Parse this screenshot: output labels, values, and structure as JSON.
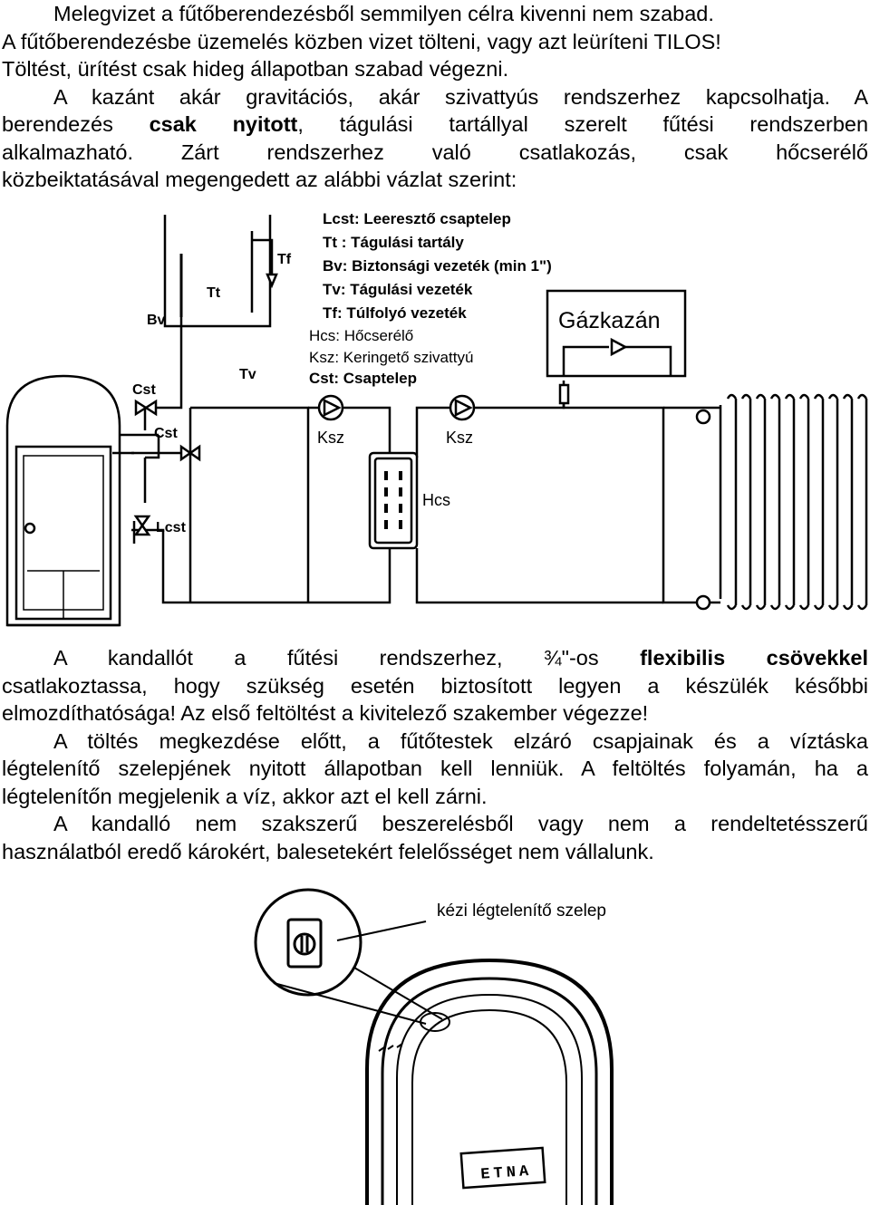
{
  "top_text": {
    "l1": "Melegvizet a fűtőberendezésből semmilyen célra kivenni nem szabad.",
    "l2": "A fűtőberendezésbe üzemelés közben vizet tölteni, vagy azt leüríteni TILOS!",
    "l3": "Töltést, ürítést csak hideg állapotban szabad végezni.",
    "l4": "A kazánt akár gravitációs, akár szivattyús rendszerhez kapcsolhatja. A",
    "l5a": "berendezés",
    "l5b": "csak",
    "l5c": "nyitott",
    "l5d": ", tágulási tartállyal szerelt fűtési rendszerben",
    "l6": "alkalmazható. Zárt rendszerhez való csatlakozás, csak hőcserélő",
    "l7": "közbeiktatásával megengedett az alábbi vázlat szerint:"
  },
  "diagram": {
    "legend": [
      "Lcst: Leeresztő csaptelep",
      "Tt : Tágulási tartály",
      "Bv: Biztonsági vezeték (min 1\")",
      "Tv: Tágulási vezeték",
      "Tf: Túlfolyó vezeték",
      "Hcs: Hőcserélő",
      "Ksz: Keringető szivattyú",
      "Cst: Csaptelep"
    ],
    "boiler": "Gázkazán",
    "labels": {
      "tf": "Tf",
      "tt": "Tt",
      "bv": "Bv",
      "tv": "Tv",
      "cst1": "Cst",
      "cst2": "Cst",
      "lcst": "Lcst",
      "ksz1": "Ksz",
      "ksz2": "Ksz",
      "hcs": "Hcs"
    }
  },
  "middle_text": {
    "l1a": "A kandallót a fűtési rendszerhez,",
    "l1b": "¾\"-os",
    "l1c": "flexibilis csövekkel",
    "l2": "csatlakoztassa, hogy szükség esetén biztosított legyen a készülék későbbi",
    "l3": "elmozdíthatósága! Az első feltöltést a kivitelező szakember végezze!",
    "l4": "A töltés megkezdése előtt, a fűtőtestek elzáró csapjainak és a víztáska",
    "l5": "légtelenítő szelepjének nyitott állapotban kell lenniük. A feltöltés folyamán, ha a",
    "l6": "légtelenítőn megjelenik a víz, akkor azt el kell zárni.",
    "l7": "A kandalló nem szakszerű beszerelésből vagy nem a rendeltetésszerű",
    "l8": "használatból eredő károkért, balesetekért felelősséget nem vállalunk."
  },
  "figure2": {
    "callout": "kézi légtelenítő szelep",
    "brand": "ETNA"
  }
}
